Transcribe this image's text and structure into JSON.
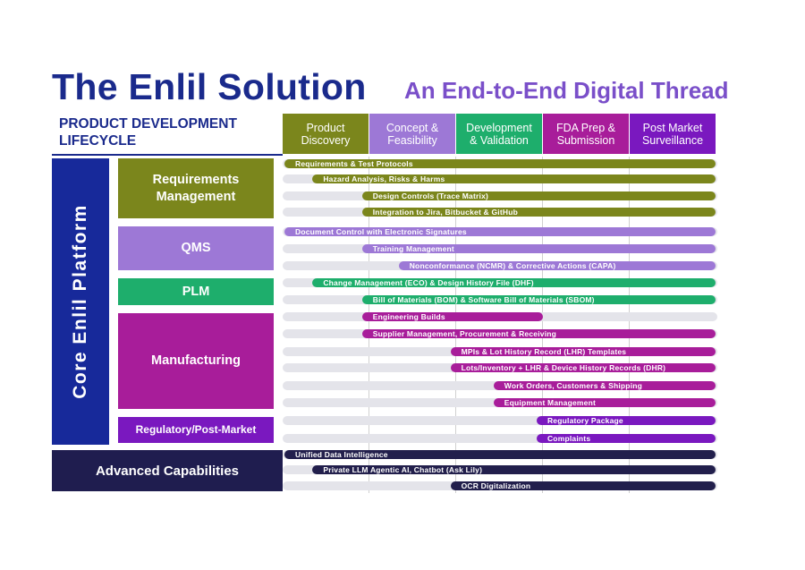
{
  "title": "The Enlil Solution",
  "subtitle": "An End-to-End Digital Thread",
  "lifecycle_label": "PRODUCT DEVELOPMENT LIFECYCLE",
  "platform_label": "Core Enlil Platform",
  "advanced_label": "Advanced Capabilities",
  "colors": {
    "navy": "#1a2a8c",
    "olive": "#7b861c",
    "lavender": "#9d78d6",
    "green": "#1eae6c",
    "magenta": "#a81d9a",
    "purple": "#7a18bf",
    "dark": "#221f4c"
  },
  "phases": [
    {
      "line1": "Product",
      "line2": "Discovery"
    },
    {
      "line1": "Concept &",
      "line2": "Feasibility"
    },
    {
      "line1": "Development",
      "line2": "& Validation"
    },
    {
      "line1": "FDA Prep &",
      "line2": "Submission"
    },
    {
      "line1": "Post Market",
      "line2": "Surveillance"
    }
  ],
  "modules": [
    {
      "line1": "Requirements",
      "line2": "Management"
    },
    {
      "line1": "QMS",
      "line2": ""
    },
    {
      "line1": "PLM",
      "line2": ""
    },
    {
      "line1": "Manufacturing",
      "line2": ""
    },
    {
      "line1": "Regulatory/Post-Market",
      "line2": ""
    }
  ],
  "bars": [
    {
      "label": "Requirements & Test Protocols",
      "start": 0.0,
      "end": 1.0
    },
    {
      "label": "Hazard Analysis, Risks & Harms",
      "start": 0.065,
      "end": 1.0
    },
    {
      "label": "Design Controls (Trace Matrix)",
      "start": 0.18,
      "end": 1.0
    },
    {
      "label": "Integration to Jira, Bitbucket & GitHub",
      "start": 0.18,
      "end": 1.0
    },
    {
      "label": "Document Control with Electronic Signatures",
      "start": 0.0,
      "end": 1.0
    },
    {
      "label": "Training Management",
      "start": 0.18,
      "end": 1.0
    },
    {
      "label": "Nonconformance (NCMR) & Corrective Actions (CAPA)",
      "start": 0.265,
      "end": 1.0
    },
    {
      "label": "Change Management (ECO) & Design History File (DHF)",
      "start": 0.065,
      "end": 1.0
    },
    {
      "label": "Bill of Materials (BOM) & Software Bill of Materials (SBOM)",
      "start": 0.18,
      "end": 1.0
    },
    {
      "label": "Engineering Builds",
      "start": 0.18,
      "end": 0.6
    },
    {
      "label": "Supplier Management, Procurement & Receiving",
      "start": 0.18,
      "end": 1.0
    },
    {
      "label": "MPIs & Lot History Record (LHR) Templates",
      "start": 0.385,
      "end": 1.0
    },
    {
      "label": "Lots/Inventory + LHR & Device History Records (DHR)",
      "start": 0.385,
      "end": 1.0
    },
    {
      "label": "Work Orders, Customers & Shipping",
      "start": 0.485,
      "end": 1.0
    },
    {
      "label": "Equipment Management",
      "start": 0.485,
      "end": 1.0
    },
    {
      "label": "Regulatory Package",
      "start": 0.585,
      "end": 1.0
    },
    {
      "label": "Complaints",
      "start": 0.585,
      "end": 1.0
    },
    {
      "label": "Unified Data Intelligence",
      "start": 0.0,
      "end": 1.0
    },
    {
      "label": "Private LLM Agentic AI, Chatbot (Ask Lily)",
      "start": 0.065,
      "end": 1.0
    },
    {
      "label": "OCR Digitalization",
      "start": 0.385,
      "end": 1.0
    }
  ]
}
